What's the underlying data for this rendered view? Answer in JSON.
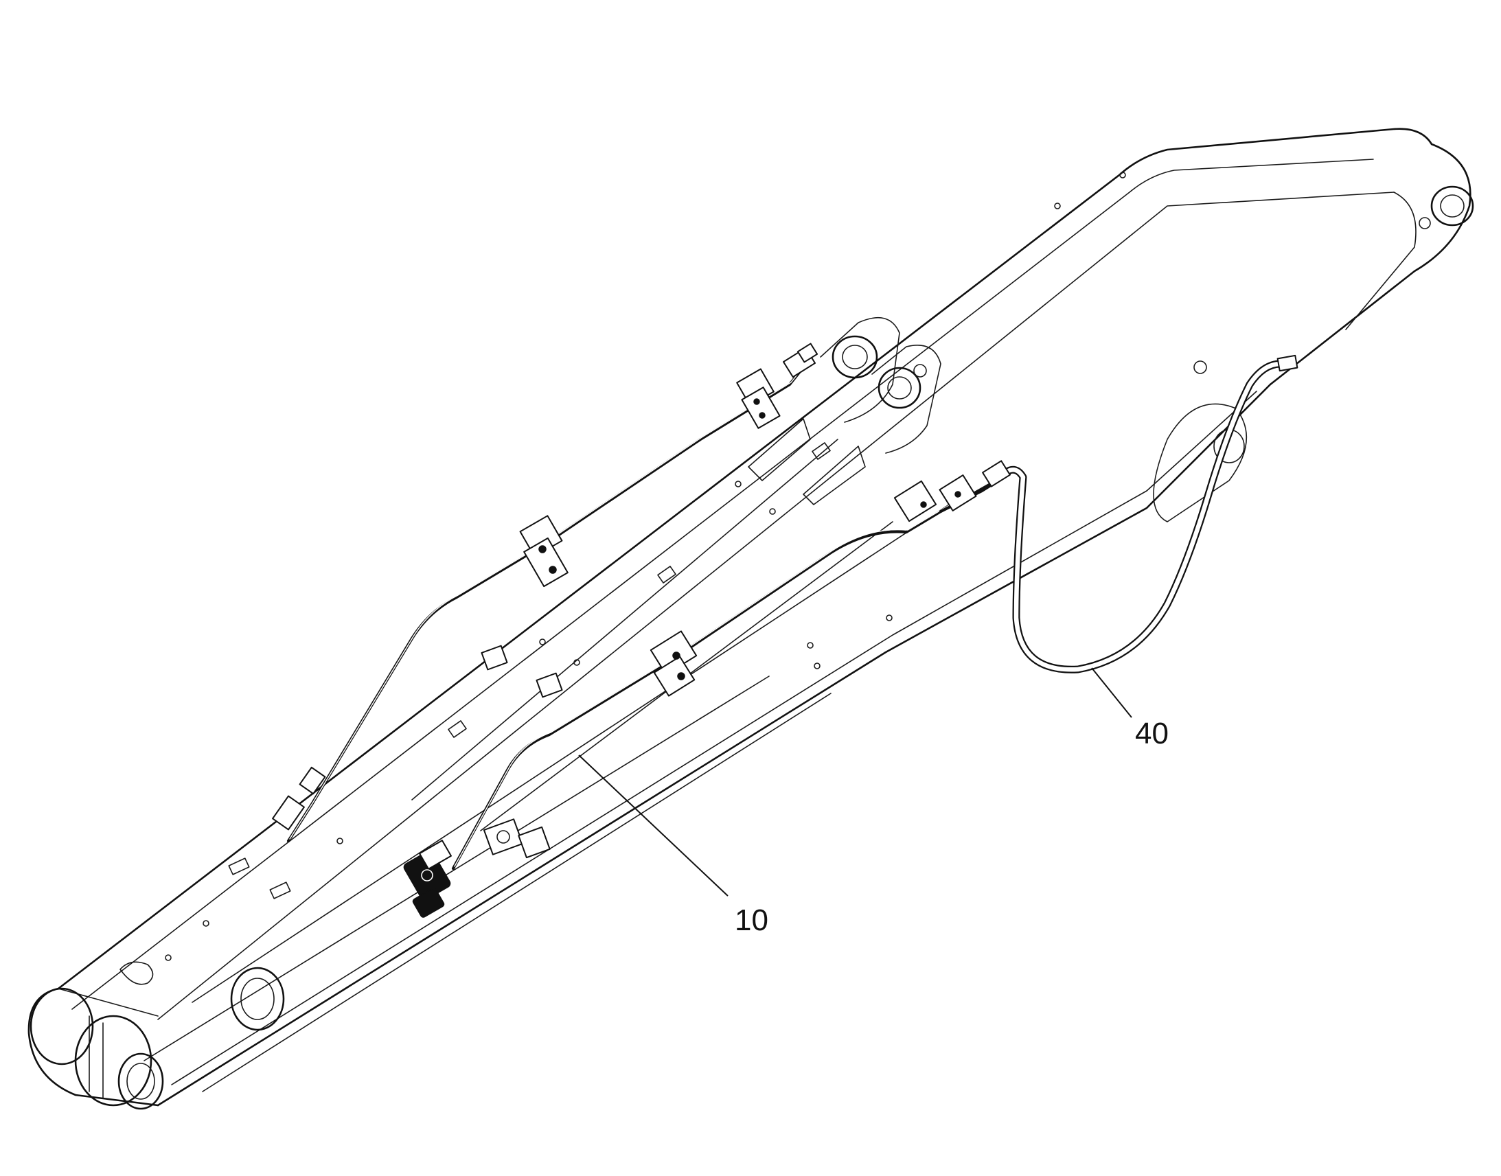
{
  "callouts": [
    {
      "id": "callout-10",
      "label": "10",
      "target": "hydraulic-pipe-assembly"
    },
    {
      "id": "callout-40",
      "label": "40",
      "target": "hydraulic-hose"
    }
  ],
  "colors": {
    "ink": "#111111",
    "background": "#ffffff"
  }
}
